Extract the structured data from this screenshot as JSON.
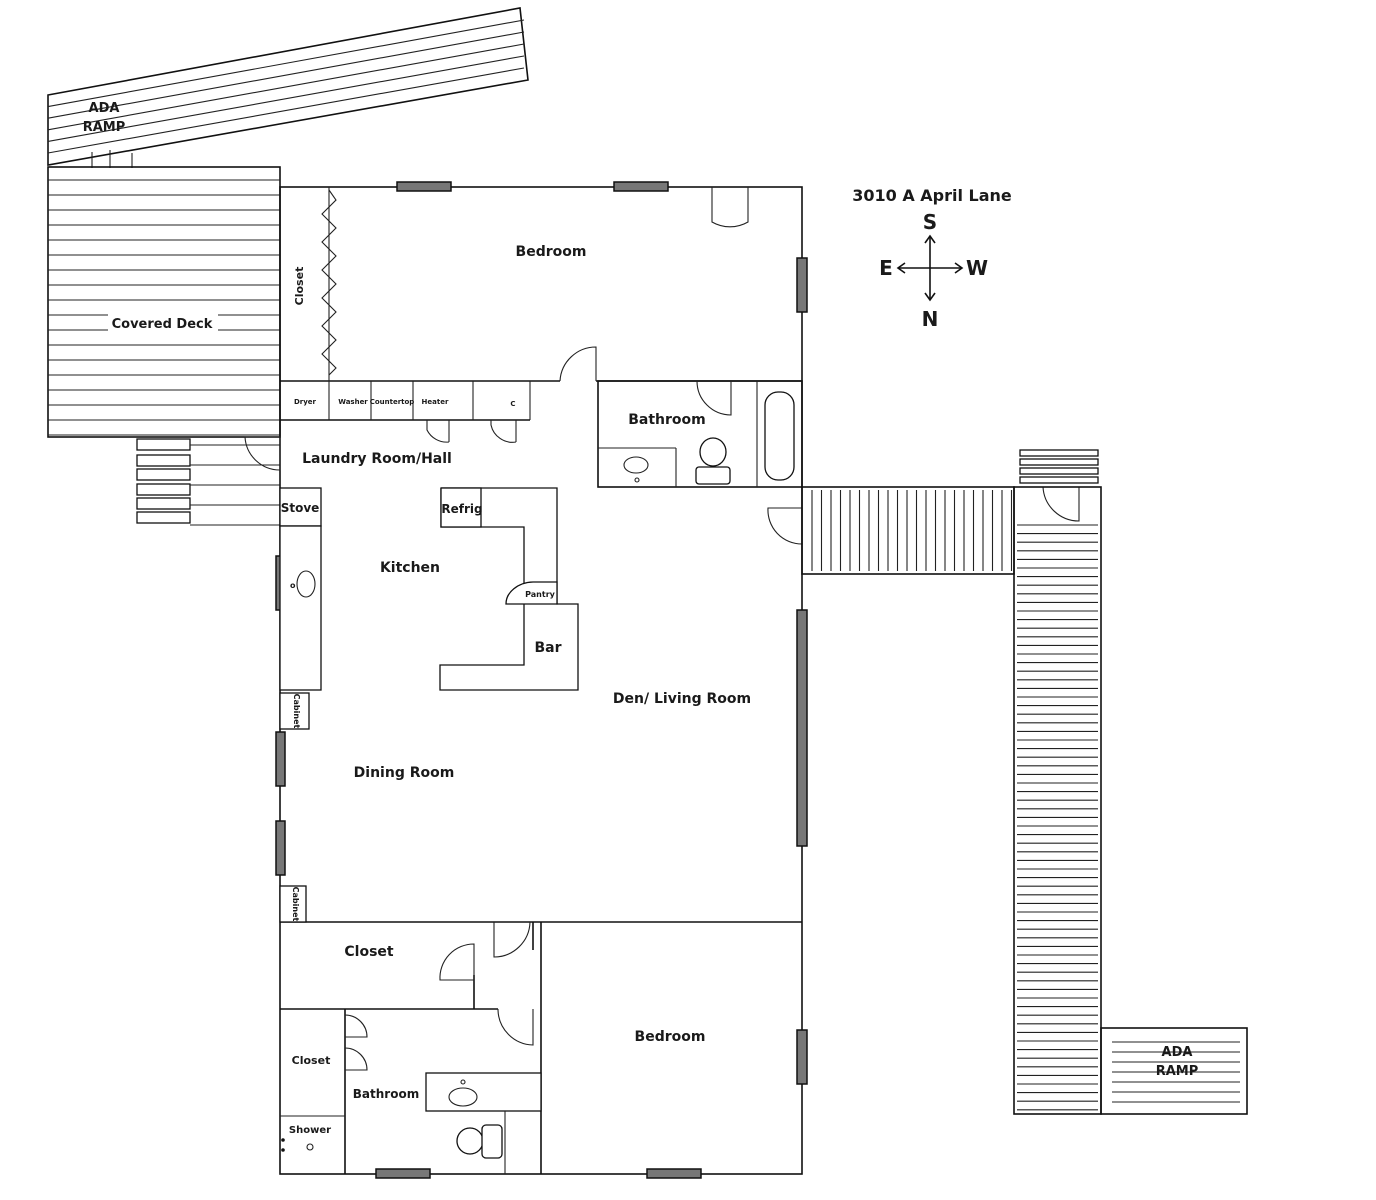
{
  "address": "3010 A April Lane",
  "compass": {
    "top": "S",
    "left": "E",
    "right": "W",
    "bottom": "N"
  },
  "labels": {
    "ada_ramp_top": [
      "ADA",
      "RAMP"
    ],
    "covered_deck": "Covered Deck",
    "bedroom_top": "Bedroom",
    "closet_top": "Closet",
    "dryer": "Dryer",
    "washer": "Washer",
    "countertop": "Countertop",
    "heater": "Heater",
    "c": "C",
    "bathroom_top": "Bathroom",
    "laundry": "Laundry Room/Hall",
    "stove": "Stove",
    "refrig": "Refrig",
    "kitchen": "Kitchen",
    "pantry": "Pantry",
    "bar": "Bar",
    "den": "Den/ Living Room",
    "cabinet_1": "Cabinet",
    "dining": "Dining Room",
    "cabinet_2": "Cabinet",
    "closet_bottom": "Closet",
    "bedroom_bottom": "Bedroom",
    "closet_small": "Closet",
    "bathroom_bottom": "Bathroom",
    "shower": "Shower",
    "ada_ramp_bottom": [
      "ADA",
      "RAMP"
    ]
  }
}
